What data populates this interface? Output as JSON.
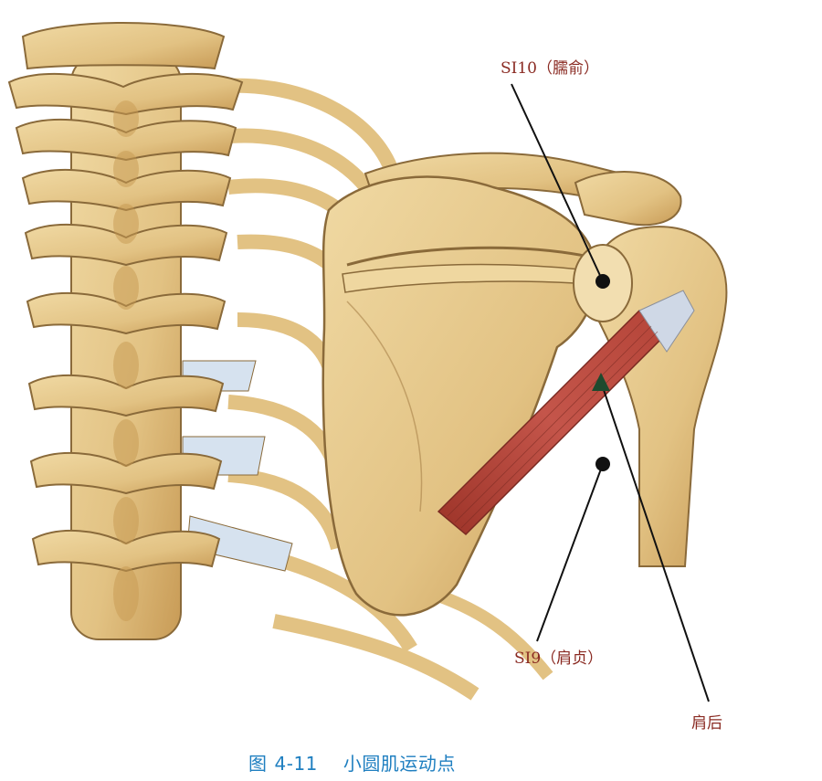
{
  "labels": {
    "si10": "SI10（臑俞）",
    "si9": "SI9（肩贞）",
    "jianhou": "肩后"
  },
  "caption": {
    "prefix": "图",
    "number": "4-11",
    "title": "小圆肌运动点"
  },
  "colors": {
    "bone_fill": "#e7c98c",
    "bone_shadow": "#c79a52",
    "bone_outline": "#8a6a3a",
    "cartilage": "#d6e2ef",
    "muscle": "#b7463a",
    "tendon": "#cfd8e6",
    "marker": "#111111",
    "motor_point": "#1e4a2e",
    "label_text": "#8a2a22",
    "caption_text": "#1f7fc0"
  }
}
